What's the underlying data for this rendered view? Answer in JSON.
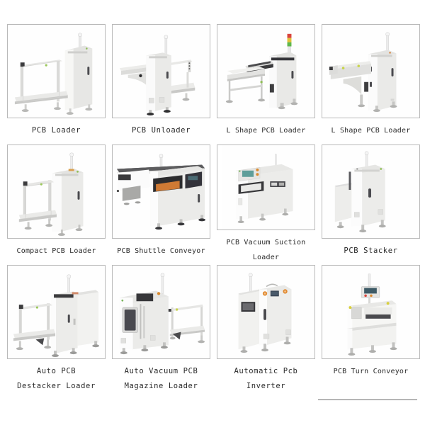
{
  "page": {
    "title": "PCB Handling Equipment Product Grid",
    "background_color": "#ffffff",
    "border_color": "#b9b9b9",
    "text_color": "#2a2a2a",
    "columns": 4,
    "rows": 3
  },
  "products": [
    {
      "id": 1,
      "label": "PCB Loader",
      "label_lines": [
        "PCB Loader"
      ],
      "image_alt": "pcb-loader-machine",
      "machine": "tall white cabinet with signal pole at right, open conveyor rail frame at left"
    },
    {
      "id": 2,
      "label": "PCB Unloader",
      "label_lines": [
        "PCB Unloader"
      ],
      "image_alt": "pcb-unloader-machine",
      "machine": "central white cabinet with conveyor rails extending to both sides"
    },
    {
      "id": 3,
      "label": "L Shape PCB Loader",
      "label_lines": [
        "L Shape PCB Loader"
      ],
      "image_alt": "l-shape-pcb-loader-machine",
      "machine": "white cabinet with red yellow green signal tower and angled side conveyor"
    },
    {
      "id": 4,
      "label": "L Shape PCB Loader",
      "label_lines": [
        "L Shape PCB Loader"
      ],
      "image_alt": "l-shape-pcb-loader-machine-2",
      "machine": "white cabinet with white signal pole and curved bracket conveyor arm"
    },
    {
      "id": 5,
      "label": "Compact PCB Loader",
      "label_lines": [
        "Compact PCB Loader"
      ],
      "image_alt": "compact-pcb-loader-machine",
      "machine": "compact white cabinet with signal pole and short open rail frame"
    },
    {
      "id": 6,
      "label": "PCB Shuttle Conveyor",
      "label_lines": [
        "PCB Shuttle Conveyor"
      ],
      "image_alt": "pcb-shuttle-conveyor-machine",
      "machine": "long low horizontal conveyor with dark window panels and orange interior"
    },
    {
      "id": 7,
      "label": "PCB Vacuum Suction Loader",
      "label_lines": [
        "PCB Vacuum Suction Loader"
      ],
      "image_alt": "pcb-vacuum-suction-loader-machine",
      "machine": "boxy cabinet with teal control screen, orange buttons and dark slot"
    },
    {
      "id": 8,
      "label": "PCB Stacker",
      "label_lines": [
        "PCB Stacker"
      ],
      "image_alt": "pcb-stacker-machine",
      "machine": "plain tall white cabinet with signal pole and side panel"
    },
    {
      "id": 9,
      "label": "Auto PCB Destacker Loader",
      "label_lines": [
        "Auto PCB",
        "Destacker Loader"
      ],
      "image_alt": "auto-pcb-destacker-loader-machine",
      "machine": "two joined white cabinets with signal pole and left conveyor frame"
    },
    {
      "id": 10,
      "label": "Auto Vacuum PCB Magazine Loader",
      "label_lines": [
        "Auto Vacuum PCB",
        "Magazine Loader"
      ],
      "image_alt": "auto-vacuum-pcb-magazine-loader-machine",
      "machine": "large double door cabinet with dark viewing window and right conveyor frame"
    },
    {
      "id": 11,
      "label": "Automatic Pcb Inverter",
      "label_lines": [
        "Automatic Pcb",
        "Inverter"
      ],
      "image_alt": "automatic-pcb-inverter-machine",
      "machine": "tall cabinet with dark window, two orange round buttons and dark display"
    },
    {
      "id": 12,
      "label": "PCB Turn Conveyor",
      "label_lines": [
        "PCB Turn Conveyor"
      ],
      "image_alt": "pcb-turn-conveyor-machine",
      "machine": "machine with elevated control panel on pole and yellow corner accents"
    }
  ],
  "colors": {
    "machine_body": "#f2f2f0",
    "machine_shadow": "#d6d6d4",
    "machine_dark": "#3a3a3c",
    "accent_orange": "#e8903a",
    "accent_yellow": "#d8d23c",
    "accent_green": "#6bbd4a",
    "accent_red": "#d9453c",
    "accent_teal": "#5aa5a0",
    "frame_gray": "#c9c9c7"
  }
}
